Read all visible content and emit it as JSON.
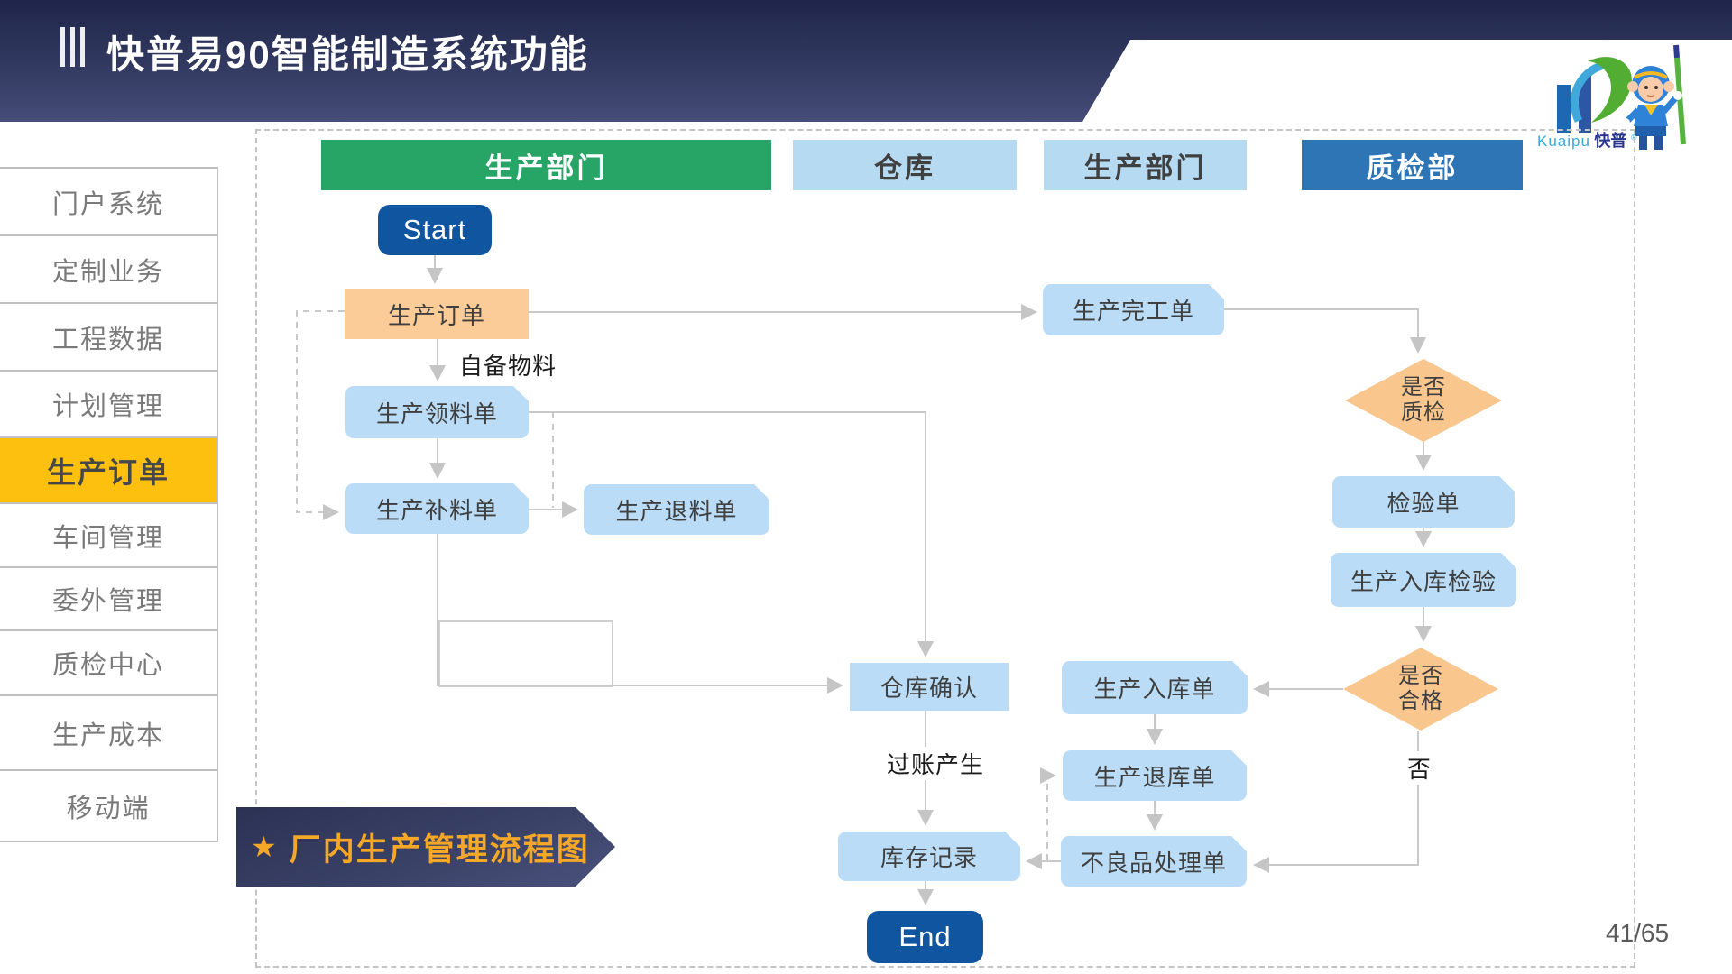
{
  "header": {
    "title": "快普易90智能制造系统功能"
  },
  "logo": {
    "brand_en": "Kuaipu",
    "brand_cn": "快普",
    "mark": "®"
  },
  "sidebar": {
    "items": [
      {
        "label": "门户系统",
        "active": false
      },
      {
        "label": "定制业务",
        "active": false
      },
      {
        "label": "工程数据",
        "active": false
      },
      {
        "label": "计划管理",
        "active": false
      },
      {
        "label": "生产订单",
        "active": true
      },
      {
        "label": "车间管理",
        "active": false
      },
      {
        "label": "委外管理",
        "active": false
      },
      {
        "label": "质检中心",
        "active": false
      },
      {
        "label": "生产成本",
        "active": false
      },
      {
        "label": "移动端",
        "active": false
      }
    ]
  },
  "lanes": [
    {
      "label": "生产部门",
      "style": "green"
    },
    {
      "label": "仓库",
      "style": "light"
    },
    {
      "label": "生产部门",
      "style": "light"
    },
    {
      "label": "质检部",
      "style": "deep"
    }
  ],
  "flow": {
    "nodes": [
      {
        "id": "start",
        "label": "Start",
        "type": "terminator"
      },
      {
        "id": "production-order",
        "label": "生产订单",
        "type": "process-orange"
      },
      {
        "id": "material-requisition",
        "label": "生产领料单",
        "type": "document"
      },
      {
        "id": "material-supplement",
        "label": "生产补料单",
        "type": "document"
      },
      {
        "id": "material-return",
        "label": "生产退料单",
        "type": "document"
      },
      {
        "id": "warehouse-confirm",
        "label": "仓库确认",
        "type": "process"
      },
      {
        "id": "inventory-record",
        "label": "库存记录",
        "type": "document"
      },
      {
        "id": "end",
        "label": "End",
        "type": "terminator"
      },
      {
        "id": "completion-order",
        "label": "生产完工单",
        "type": "document"
      },
      {
        "id": "inspect-decision",
        "label": "是否\n质检",
        "type": "decision"
      },
      {
        "id": "inspection-order",
        "label": "检验单",
        "type": "document"
      },
      {
        "id": "inbound-inspection",
        "label": "生产入库检验",
        "type": "document"
      },
      {
        "id": "qualified-decision",
        "label": "是否\n合格",
        "type": "decision"
      },
      {
        "id": "inbound-order",
        "label": "生产入库单",
        "type": "document"
      },
      {
        "id": "inbound-return",
        "label": "生产退库单",
        "type": "document"
      },
      {
        "id": "defective-order",
        "label": "不良品处理单",
        "type": "document"
      }
    ],
    "edge_labels": [
      {
        "text": "自备物料"
      },
      {
        "text": "过账产生"
      },
      {
        "text": "否"
      }
    ]
  },
  "banner": {
    "star": "★",
    "label": "厂内生产管理流程图"
  },
  "page_indicator": "41/65",
  "colors": {
    "topbar": "#2A3052",
    "accent_yellow": "#FEC00F",
    "lane_green": "#27A567",
    "lane_deep_blue": "#2E75B6",
    "lane_light_blue": "#B5DAF2",
    "node_blue": "#BADCF6",
    "node_orange": "#FBCC98",
    "terminator_blue": "#10559F",
    "banner_text": "#F5A728",
    "connector": "#C9C9C9"
  }
}
